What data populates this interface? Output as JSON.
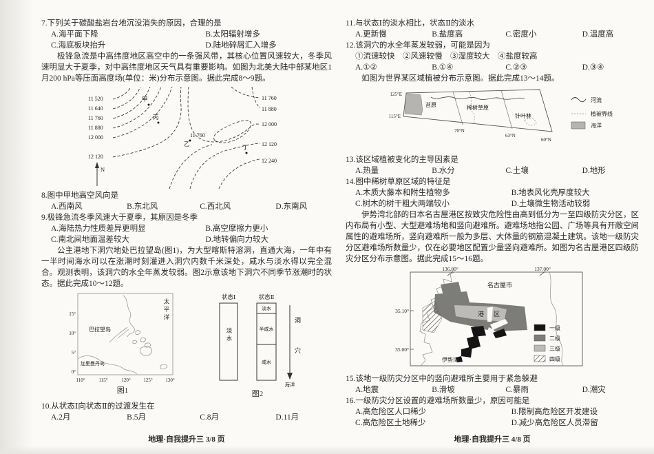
{
  "doc": {
    "subject_footer": "地理·自我提升三",
    "page_left": "3/8 页",
    "page_right": "4/8 页"
  },
  "left": {
    "q7": {
      "stem": "7.下列关于碳酸盐岩台地沉没消失的原因，合理的是",
      "opts": [
        "A.海平面下降",
        "B.太阳辐射增多",
        "C.海底板块抬升",
        "D.陆地碎屑汇入增多"
      ]
    },
    "para_jet": "极锋急流是中高纬度地区高空中的一条强风带，其核心位置风速较大，冬季风速明显大于夏季，对中高纬度地区天气具有重要影响。如图为北美大陆中部某地区1月200 hPa等压面高度场(单位：米)分布示意图。据此完成8～9题。",
    "contour_fig": {
      "left_labels": [
        "11 520",
        "11 640",
        "11 760",
        "11 880",
        "12 000",
        "12 120"
      ],
      "right_labels": [
        "11 760",
        "11 880",
        "12 000",
        "12 120",
        "12 240"
      ],
      "center_label": "11 760",
      "points": [
        "甲",
        "丙",
        "乙",
        "丁"
      ],
      "north": "N"
    },
    "q8": {
      "stem": "8.图中甲地高空风向是",
      "opts": [
        "A.西南风",
        "B.东北风",
        "C.西北风",
        "D.东南风"
      ]
    },
    "q9": {
      "stem": "9.极锋急流冬季风速大于夏季，其原因是冬季",
      "opts": [
        "A.海陆热力性质差异更明显",
        "B.高空摩擦力更小",
        "C.南北间地面温差较大",
        "D.地转偏向力较大"
      ]
    },
    "para_cave": "公主港地下洞穴地处巴拉望岛(图1)，为大型喀斯特溶洞，直通大海，一年中有一半时间海水可以在涨潮时刻灌进入洞穴内数千米深处，咸水与淡水得以完全混合。观测表明，该洞穴的水全年蒸发较弱。图2示意该地下洞穴不同季节涨潮时的状态。据此完成10～12题。",
    "fig1": {
      "caption": "图1",
      "ocean": "太平洋",
      "island": "巴拉望岛",
      "island2": "加里曼丹岛",
      "lat": [
        "15°",
        "10°",
        "5°",
        "0°"
      ],
      "lon": [
        "110°",
        "115°",
        "120°",
        "125°",
        "130°"
      ]
    },
    "fig2": {
      "caption": "图2",
      "col1_header": "状态Ⅰ",
      "col2_header": "状态Ⅱ",
      "col1_label": "淡水",
      "col2_labels": [
        "淡水",
        "半咸水",
        "咸水"
      ],
      "side_top": "洞",
      "side_bottom": "穴",
      "arrow_end": "海洋"
    },
    "q10": {
      "stem": "10.从状态Ⅰ向状态Ⅱ的过渡发生在",
      "opts": [
        "A.2月",
        "B.5月",
        "C.8月",
        "D.11月"
      ]
    }
  },
  "right": {
    "q11": {
      "stem": "11.与状态Ⅰ的淡水相比，状态Ⅱ的淡水",
      "opts": [
        "A.更新慢",
        "B.盐度高",
        "C.密度小",
        "D.温度高"
      ]
    },
    "q12": {
      "stem": "12.该洞穴的水全年蒸发较弱，可能是因为",
      "items": "①流速较快　②风速较慢　③湿度较大　④盐度较高",
      "opts": [
        "A.①②",
        "B.①④",
        "C.②③",
        "D.③④"
      ]
    },
    "intro_veg": "如图为世界某区域植被分布示意图。据此完成13～14题。",
    "veg_fig": {
      "left_top": "125°E",
      "left_bottom": "115°E",
      "bottom_labels": [
        "70°N",
        "63°N",
        "60°N"
      ],
      "regions": [
        "苔原",
        "稀树草原",
        "针叶林"
      ],
      "legend": [
        "河流",
        "植被界线",
        "海洋"
      ]
    },
    "q13": {
      "stem": "13.该区域植被变化的主导因素是",
      "opts": [
        "A.热量",
        "B.水分",
        "C.土壤",
        "D.地形"
      ]
    },
    "q14": {
      "stem": "14.图中稀树草原区域的特征是",
      "opts": [
        "A.木质大藤本和附生植物多",
        "B.地表风化壳厚度较大",
        "C.树木的树干粗大两端较小",
        "D.土壤微生物活动较弱"
      ]
    },
    "para_nagoya": "伊势湾北部的日本名古屋港区按致灾危险性由高到低分为一至四级防灾分区，区内布局有小型、大型避难场地和竖向避难所。避难场地指公园、广场等具有开敞空间属性的避难场所，竖向避难所一般为多层、大体量的钢筋混凝土建筑。该地一级防灾分区避难场所数量少，仅在必要地区配置少量竖向避难所。如图为名古屋港区四级防灾分区分布示意图。据此完成15～16题。",
    "nagoya_fig": {
      "top_labels": [
        "136.80°",
        "137.00°"
      ],
      "left_labels": [
        "35.10°",
        "35.00°"
      ],
      "city": "名古屋市",
      "district": "港区",
      "bay": "伊势湾",
      "legend": [
        "一级",
        "二级",
        "三级",
        "四级"
      ]
    },
    "q15": {
      "stem": "15.该地一级防灾分区中的竖向避难所主要用于紧急躲避",
      "opts": [
        "A.地震",
        "B.滑坡",
        "C.暴雨",
        "D.潮灾"
      ]
    },
    "q16": {
      "stem": "16.一级防灾分区设置的避难场所数量少，原因可能是",
      "opts": [
        "A.高危险区人口稀少",
        "B.限制高危险区开发建设",
        "C.高危险区土地稀少",
        "D.减少高危险区人员滞留"
      ]
    }
  }
}
